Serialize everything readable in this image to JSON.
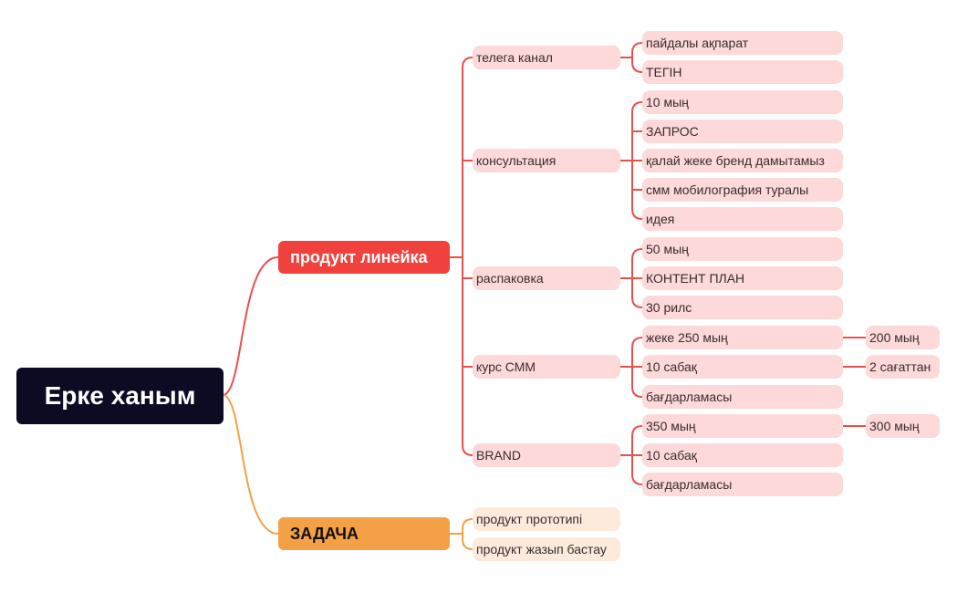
{
  "root": "Ерке ханым",
  "branches": {
    "product": {
      "label": "продукт линейка",
      "items": [
        {
          "label": "телега канал",
          "children": [
            {
              "label": "пайдалы ақпарат"
            },
            {
              "label": "ТЕГІН"
            }
          ]
        },
        {
          "label": "консультация",
          "children": [
            {
              "label": "10 мың"
            },
            {
              "label": "ЗАПРОС"
            },
            {
              "label": "қалай жеке бренд дамытамыз"
            },
            {
              "label": "смм мобилография туралы"
            },
            {
              "label": "идея"
            }
          ]
        },
        {
          "label": "распаковка",
          "children": [
            {
              "label": "50 мың"
            },
            {
              "label": "КОНТЕНТ ПЛАН"
            },
            {
              "label": "30 рилс"
            }
          ]
        },
        {
          "label": "курс СММ",
          "children": [
            {
              "label": "жеке 250 мың",
              "extra": "200 мың"
            },
            {
              "label": "10 сабақ",
              "extra": "2 сағаттан"
            },
            {
              "label": "бағдарламасы"
            }
          ]
        },
        {
          "label": "BRAND",
          "children": [
            {
              "label": "350 мың",
              "extra": "300 мың"
            },
            {
              "label": "10 сабақ"
            },
            {
              "label": "бағдарламасы"
            }
          ]
        }
      ]
    },
    "task": {
      "label": "ЗАДАЧА",
      "items": [
        {
          "label": "продукт прототипі"
        },
        {
          "label": "продукт жазып бастау"
        }
      ]
    }
  },
  "colors": {
    "root_bg": "#0b0b24",
    "product_bg": "#f1413d",
    "task_bg": "#f4a046",
    "product_line": "#e8504a",
    "task_line": "#f4a046",
    "pink_node": "#fdd9d9",
    "peach_node": "#fdeadd"
  }
}
